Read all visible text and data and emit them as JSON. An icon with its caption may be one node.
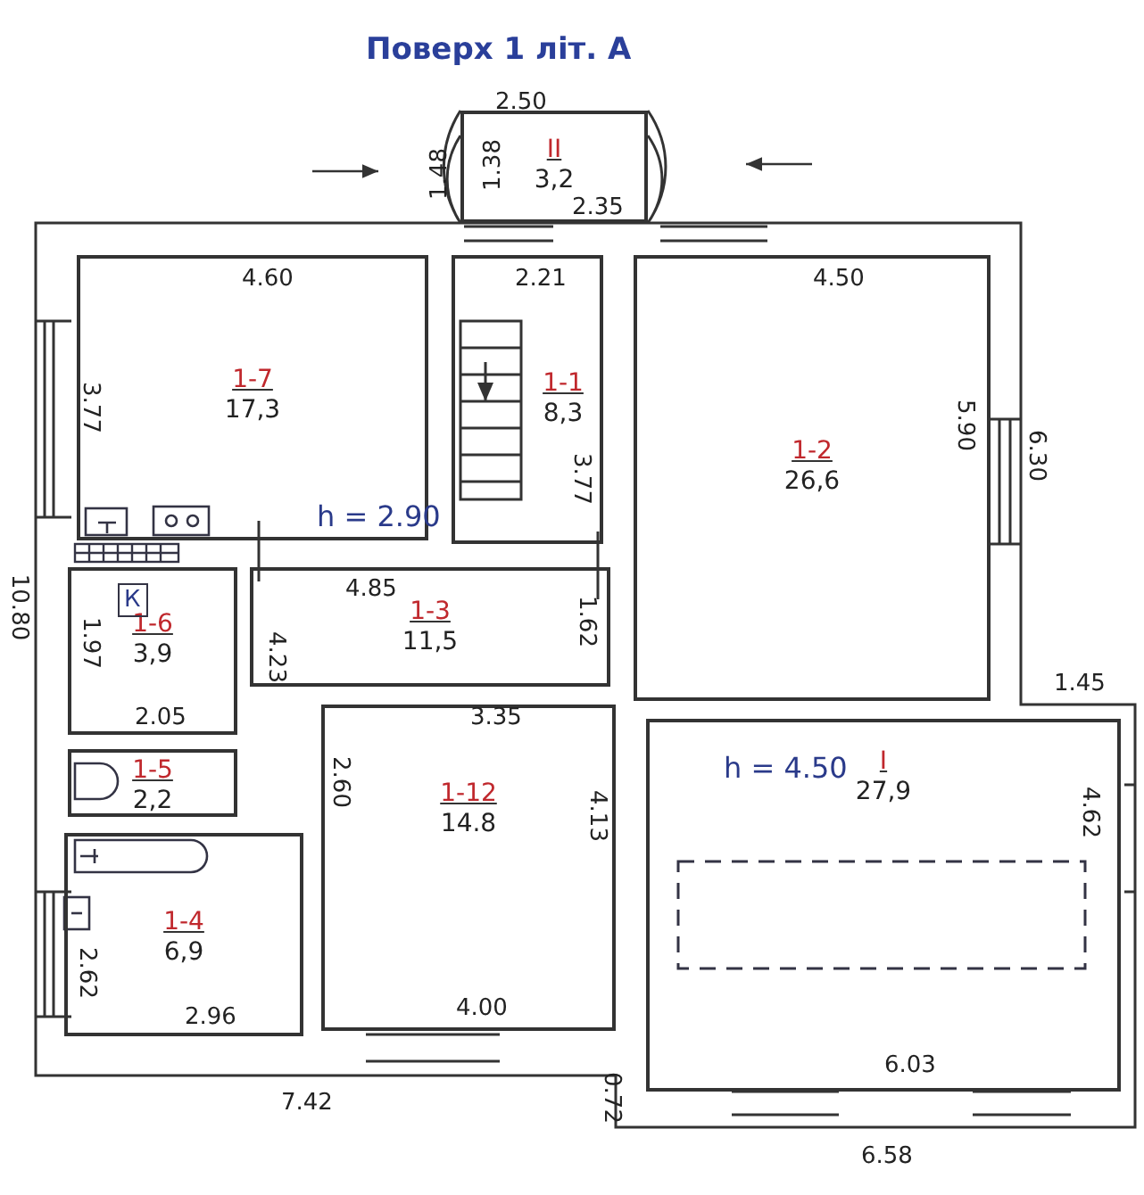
{
  "diagram": {
    "title": "Поверх 1 літ. А",
    "nodes": [
      {
        "text": [
          "II",
          "3,2"
        ]
      },
      {
        "text": [
          "1-7",
          "17,3"
        ]
      },
      {
        "text": [
          "1-1",
          "8,3"
        ]
      },
      {
        "text": [
          "1-2",
          "26,6"
        ]
      },
      {
        "text": [
          "1-3",
          "11,5"
        ]
      },
      {
        "text": [
          "1-6",
          "3,9"
        ]
      },
      {
        "text": [
          "1-5",
          "2,2"
        ]
      },
      {
        "text": [
          "1-12",
          "14.8"
        ]
      },
      {
        "text": [
          "1-4",
          "6,9"
        ]
      },
      {
        "text": [
          "I",
          "27,9"
        ]
      }
    ],
    "labels": [
      "2.50",
      "1.48",
      "1.38",
      "2.35",
      "4.60",
      "2.21",
      "4.50",
      "3.77",
      "3.77",
      "5.90",
      "6.30",
      "10.80",
      "h = 2.90",
      "1.97",
      "К",
      "4.85",
      "4.23",
      "1.62",
      "2.05",
      "3.35",
      "1.45",
      "h = 4.50",
      "4.62",
      "2.60",
      "4.13",
      "2.62",
      "2.96",
      "4.00",
      "6.03",
      "7.42",
      "0.72",
      "6.58"
    ]
  }
}
